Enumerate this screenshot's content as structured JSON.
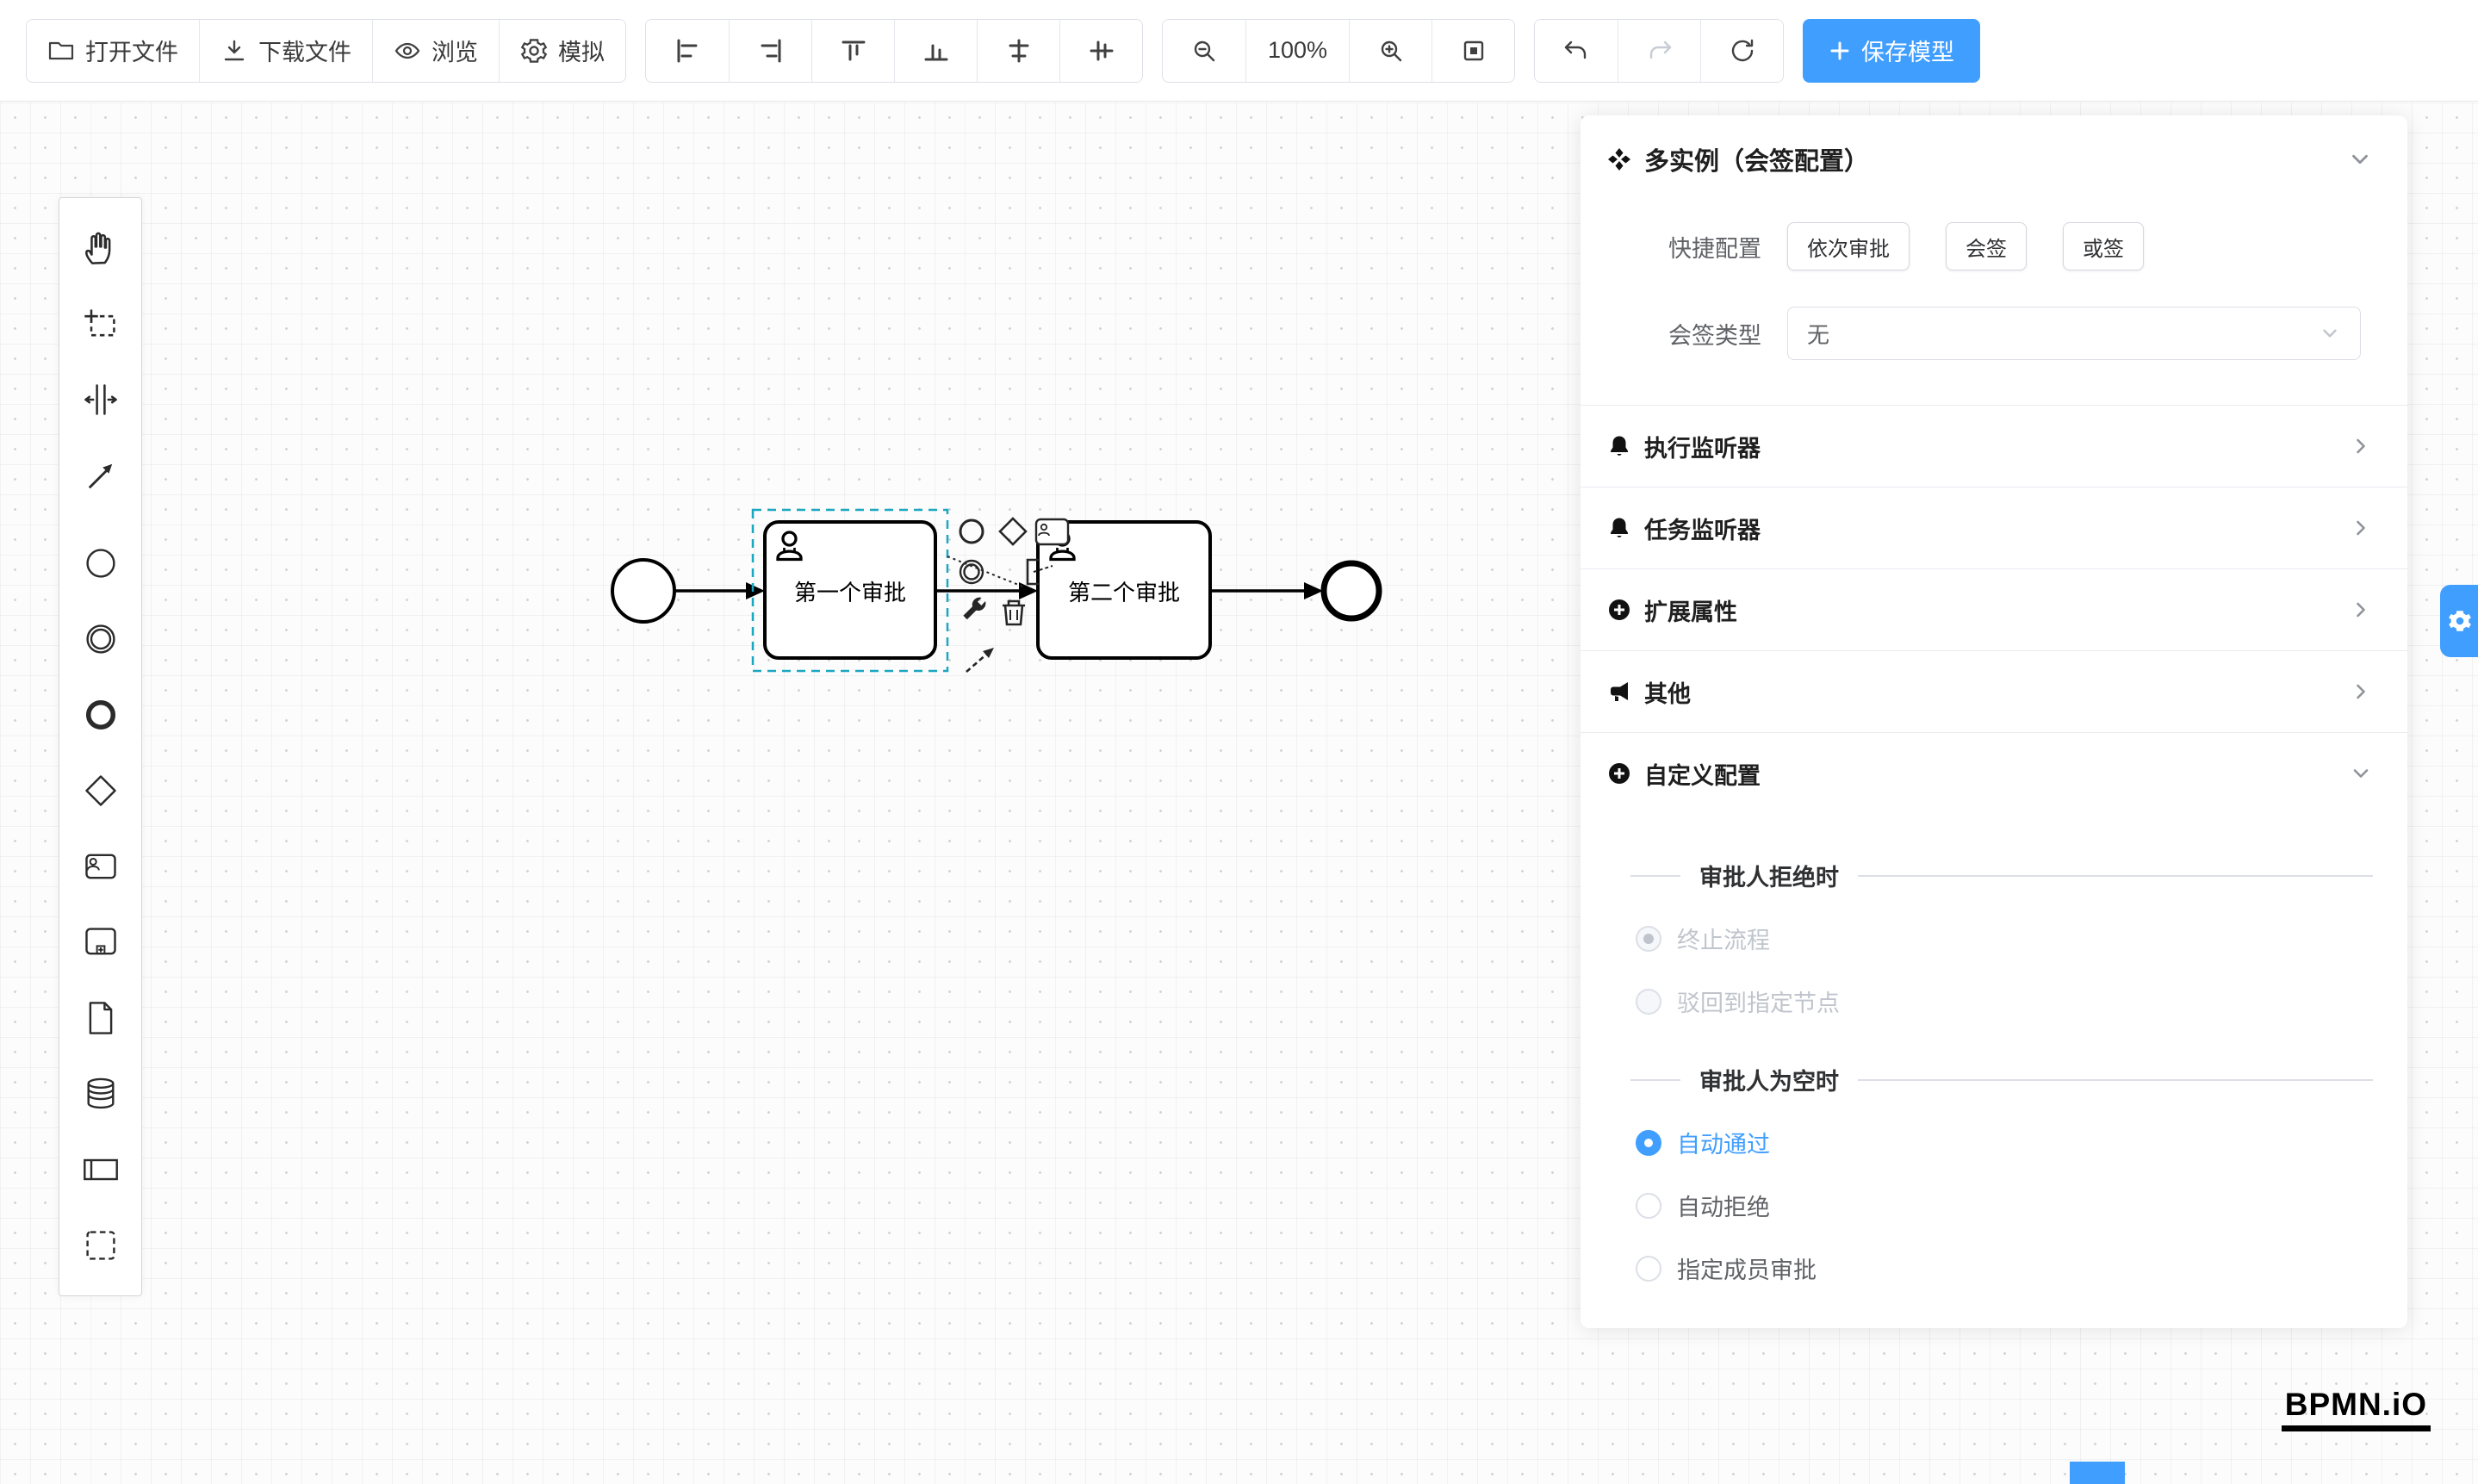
{
  "toolbar": {
    "open_file": "打开文件",
    "download_file": "下载文件",
    "preview": "浏览",
    "simulate": "模拟",
    "zoom_level": "100%",
    "save_model": "保存模型"
  },
  "palette_items": [
    "hand-tool",
    "lasso-tool",
    "space-tool",
    "global-connect-tool",
    "start-event",
    "intermediate-event",
    "end-event",
    "gateway",
    "user-task",
    "call-activity",
    "file",
    "datastore",
    "participant-pool",
    "group"
  ],
  "canvas": {
    "nodes": [
      {
        "type": "start-event"
      },
      {
        "type": "user-task",
        "label": "第一个审批",
        "selected": true
      },
      {
        "type": "user-task",
        "label": "第二个审批"
      },
      {
        "type": "end-event"
      }
    ],
    "context_pad": [
      "append-end-event",
      "append-gateway",
      "append-user-task",
      "append-intermediate-event",
      "append-text-annotation",
      "change-type-wrench",
      "delete-trash",
      "connect-tool"
    ]
  },
  "panel": {
    "title": "多实例（会签配置）",
    "quick_config": {
      "label": "快捷配置",
      "options": [
        "依次审批",
        "会签",
        "或签"
      ]
    },
    "multi_type": {
      "label": "会签类型",
      "value": "无"
    },
    "sections": [
      {
        "label": "执行监听器",
        "icon": "bell-icon",
        "expanded": false
      },
      {
        "label": "任务监听器",
        "icon": "bell-icon",
        "expanded": false
      },
      {
        "label": "扩展属性",
        "icon": "plus-circle-icon",
        "expanded": false
      },
      {
        "label": "其他",
        "icon": "megaphone-icon",
        "expanded": false
      },
      {
        "label": "自定义配置",
        "icon": "plus-circle-icon",
        "expanded": true
      }
    ],
    "custom": {
      "reject_header": "审批人拒绝时",
      "reject_options": [
        {
          "label": "终止流程",
          "checked": true,
          "disabled": true
        },
        {
          "label": "驳回到指定节点",
          "checked": false,
          "disabled": true
        }
      ],
      "empty_header": "审批人为空时",
      "empty_options": [
        {
          "label": "自动通过",
          "checked": true
        },
        {
          "label": "自动拒绝",
          "checked": false
        },
        {
          "label": "指定成员审批",
          "checked": false
        }
      ]
    }
  },
  "logo": "BPMN.iO",
  "colors": {
    "primary": "#409EFF",
    "selection_outline": "#1AA7C0",
    "disabled_text": "#C0C4CC"
  }
}
